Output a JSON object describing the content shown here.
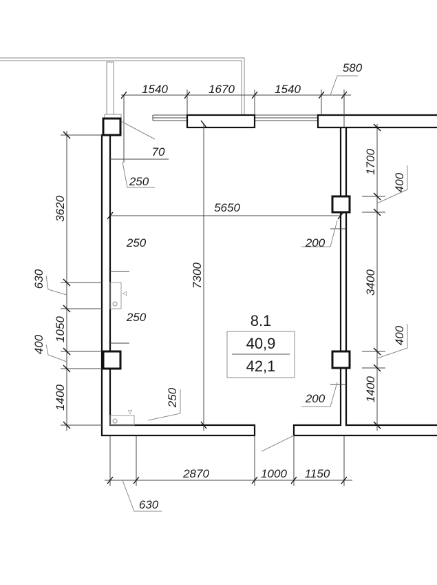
{
  "room": {
    "number": "8.1",
    "area_living": "40,9",
    "area_total": "42,1"
  },
  "dimensions": {
    "top": [
      "1540",
      "1670",
      "1540",
      "580"
    ],
    "bottom": [
      "2870",
      "1000",
      "1150",
      "630"
    ],
    "left": [
      "3620",
      "630",
      "1050",
      "400",
      "1400"
    ],
    "right": [
      "1700",
      "400",
      "3400",
      "400",
      "1400"
    ],
    "interior": {
      "width": "5650",
      "depth": "7300"
    },
    "walls": [
      "70",
      "250",
      "250",
      "250",
      "250",
      "200",
      "200"
    ]
  }
}
